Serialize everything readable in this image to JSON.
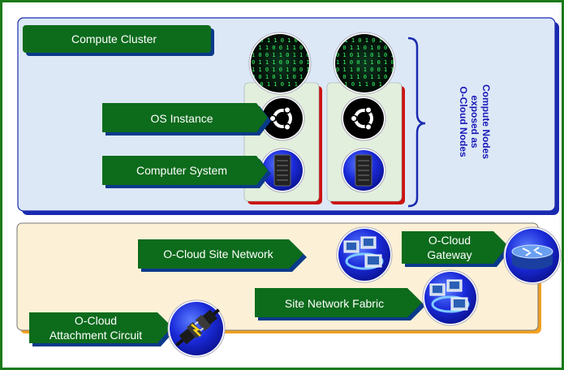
{
  "diagram": {
    "compute_cluster_label": "Compute Cluster",
    "os_instance_label": "OS Instance",
    "computer_system_label": "Computer System",
    "side_label_lines": [
      "Compute Nodes",
      "exposed as",
      "O-Cloud Nodes"
    ],
    "site_network_label": "O-Cloud Site Network",
    "site_network_fabric_label": "Site Network Fabric",
    "gateway_label_lines": [
      "O-Cloud",
      "Gateway"
    ],
    "attachment_label_lines": [
      "O-Cloud",
      "Attachment Circuit"
    ]
  },
  "colors": {
    "frame_border": "#1a7a1a",
    "cluster_bg": "#dce8f6",
    "cluster_border": "#1a2ab0",
    "fabric_bg": "#fcf1d6",
    "fabric_shadow": "#f0a020",
    "label_green": "#0d6b1c",
    "node_bg": "#e3efdd",
    "node_shadow": "#cc1111",
    "side_text": "#1a1ab8",
    "circle_blue": "#1a2ad8"
  },
  "icons": [
    "matrix-icon",
    "ubuntu-icon",
    "server-icon",
    "network-computers-icon",
    "router-icon",
    "plug-icon"
  ]
}
